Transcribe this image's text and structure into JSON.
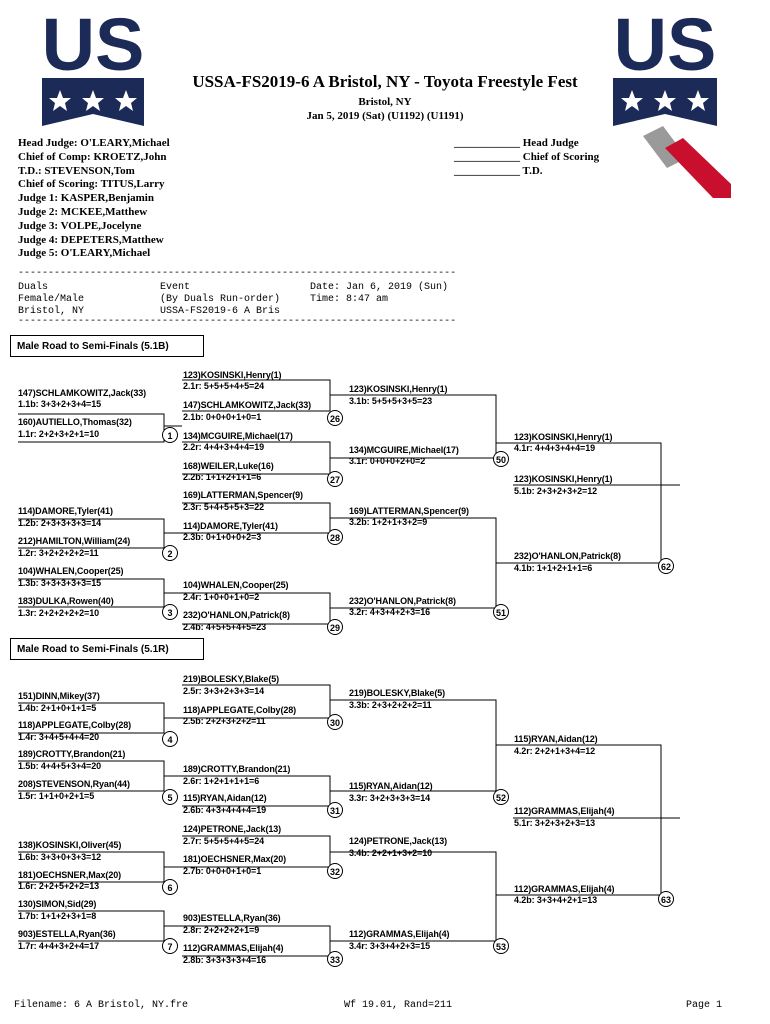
{
  "header": {
    "title": "USSA-FS2019-6 A Bristol, NY - Toyota Freestyle Fest",
    "location": "Bristol, NY",
    "date_line": "Jan 5, 2019 (Sat) (U1192) (U1191)",
    "logo_left_text": "US",
    "logo_right_text": "US",
    "brand_colors": {
      "navy": "#1b2a57",
      "red": "#c8102e",
      "grey": "#9a9a9a"
    }
  },
  "officials": [
    "Head Judge: O'LEARY,Michael",
    "Chief of Comp: KROETZ,John",
    "T.D.: STEVENSON,Tom",
    "Chief of Scoring: TITUS,Larry",
    "Judge 1: KASPER,Benjamin",
    "Judge 2: MCKEE,Matthew",
    "Judge 3: VOLPE,Jocelyne",
    "Judge 4: DEPETERS,Matthew",
    "Judge 5: O'LEARY,Michael"
  ],
  "signatures": [
    "____________ Head Judge",
    "____________ Chief of Scoring",
    "____________ T.D."
  ],
  "info_block": {
    "divider": "-------------------------------------------------------------------------",
    "col1": [
      "Duals",
      "Female/Male",
      "Bristol, NY"
    ],
    "col2": [
      "Event",
      "(By Duals Run-order)",
      "USSA-FS2019-6 A Bris"
    ],
    "col3": [
      "Date: Jan 6, 2019 (Sun)",
      "Time: 8:47 am",
      ""
    ]
  },
  "sections": [
    {
      "label": "Male Road to Semi-Finals (5.1B)"
    },
    {
      "label": "Male Road to Semi-Finals (5.1R)"
    }
  ],
  "bracket_5_1B": {
    "round1": [
      {
        "name": "147)SCHLAMKOWITZ,Jack(33)",
        "score": "1.1b: 3+3+2+3+4=15"
      },
      {
        "name": "160)AUTIELLO,Thomas(32)",
        "score": "1.1r: 2+2+3+2+1=10"
      },
      {
        "name": "114)DAMORE,Tyler(41)",
        "score": "1.2b: 2+3+3+3+3=14"
      },
      {
        "name": "212)HAMILTON,William(24)",
        "score": "1.2r: 3+2+2+2+2=11"
      },
      {
        "name": "104)WHALEN,Cooper(25)",
        "score": "1.3b: 3+3+3+3+3=15"
      },
      {
        "name": "183)DULKA,Rowen(40)",
        "score": "1.3r: 2+2+2+2+2=10"
      }
    ],
    "round2": [
      {
        "name": "123)KOSINSKI,Henry(1)",
        "score": "2.1r: 5+5+5+4+5=24"
      },
      {
        "name": "147)SCHLAMKOWITZ,Jack(33)",
        "score": "2.1b: 0+0+0+1+0=1"
      },
      {
        "name": "134)MCGUIRE,Michael(17)",
        "score": "2.2r: 4+4+3+4+4=19"
      },
      {
        "name": "168)WEILER,Luke(16)",
        "score": "2.2b: 1+1+2+1+1=6"
      },
      {
        "name": "169)LATTERMAN,Spencer(9)",
        "score": "2.3r: 5+4+5+5+3=22"
      },
      {
        "name": "114)DAMORE,Tyler(41)",
        "score": "2.3b: 0+1+0+0+2=3"
      },
      {
        "name": "104)WHALEN,Cooper(25)",
        "score": "2.4r: 1+0+0+1+0=2"
      },
      {
        "name": "232)O'HANLON,Patrick(8)",
        "score": "2.4b: 4+5+5+4+5=23"
      }
    ],
    "round3": [
      {
        "name": "123)KOSINSKI,Henry(1)",
        "score": "3.1b: 5+5+5+3+5=23"
      },
      {
        "name": "134)MCGUIRE,Michael(17)",
        "score": "3.1r: 0+0+0+2+0=2"
      },
      {
        "name": "169)LATTERMAN,Spencer(9)",
        "score": "3.2b: 1+2+1+3+2=9"
      },
      {
        "name": "232)O'HANLON,Patrick(8)",
        "score": "3.2r: 4+3+4+2+3=16"
      }
    ],
    "round4": [
      {
        "name": "123)KOSINSKI,Henry(1)",
        "score": "4.1r: 4+4+3+4+4=19"
      },
      {
        "name": "232)O'HANLON,Patrick(8)",
        "score": "4.1b: 1+1+2+1+1=6"
      }
    ],
    "round5": [
      {
        "name": "123)KOSINSKI,Henry(1)",
        "score": "5.1b: 2+3+2+3+2=12"
      }
    ],
    "heats": [
      "1",
      "2",
      "3",
      "26",
      "27",
      "28",
      "29",
      "50",
      "51",
      "62"
    ]
  },
  "bracket_5_1R": {
    "round1": [
      {
        "name": "151)DINN,Mikey(37)",
        "score": "1.4b: 2+1+0+1+1=5"
      },
      {
        "name": "118)APPLEGATE,Colby(28)",
        "score": "1.4r: 3+4+5+4+4=20"
      },
      {
        "name": "189)CROTTY,Brandon(21)",
        "score": "1.5b: 4+4+5+3+4=20"
      },
      {
        "name": "208)STEVENSON,Ryan(44)",
        "score": "1.5r: 1+1+0+2+1=5"
      },
      {
        "name": "138)KOSINSKI,Oliver(45)",
        "score": "1.6b: 3+3+0+3+3=12"
      },
      {
        "name": "181)OECHSNER,Max(20)",
        "score": "1.6r: 2+2+5+2+2=13"
      },
      {
        "name": "130)SIMON,Sid(29)",
        "score": "1.7b: 1+1+2+3+1=8"
      },
      {
        "name": "903)ESTELLA,Ryan(36)",
        "score": "1.7r: 4+4+3+2+4=17"
      }
    ],
    "round2": [
      {
        "name": "219)BOLESKY,Blake(5)",
        "score": "2.5r: 3+3+2+3+3=14"
      },
      {
        "name": "118)APPLEGATE,Colby(28)",
        "score": "2.5b: 2+2+3+2+2=11"
      },
      {
        "name": "189)CROTTY,Brandon(21)",
        "score": "2.6r: 1+2+1+1+1=6"
      },
      {
        "name": "115)RYAN,Aidan(12)",
        "score": "2.6b: 4+3+4+4+4=19"
      },
      {
        "name": "124)PETRONE,Jack(13)",
        "score": "2.7r: 5+5+5+4+5=24"
      },
      {
        "name": "181)OECHSNER,Max(20)",
        "score": "2.7b: 0+0+0+1+0=1"
      },
      {
        "name": "903)ESTELLA,Ryan(36)",
        "score": "2.8r: 2+2+2+2+1=9"
      },
      {
        "name": "112)GRAMMAS,Elijah(4)",
        "score": "2.8b: 3+3+3+3+4=16"
      }
    ],
    "round3": [
      {
        "name": "219)BOLESKY,Blake(5)",
        "score": "3.3b: 2+3+2+2+2=11"
      },
      {
        "name": "115)RYAN,Aidan(12)",
        "score": "3.3r: 3+2+3+3+3=14"
      },
      {
        "name": "124)PETRONE,Jack(13)",
        "score": "3.4b: 2+2+1+3+2=10"
      },
      {
        "name": "112)GRAMMAS,Elijah(4)",
        "score": "3.4r: 3+3+4+2+3=15"
      }
    ],
    "round4": [
      {
        "name": "115)RYAN,Aidan(12)",
        "score": "4.2r: 2+2+1+3+4=12"
      },
      {
        "name": "112)GRAMMAS,Elijah(4)",
        "score": "4.2b: 3+3+4+2+1=13"
      }
    ],
    "round5": [
      {
        "name": "112)GRAMMAS,Elijah(4)",
        "score": "5.1r: 3+2+3+2+3=13"
      }
    ],
    "heats": [
      "4",
      "5",
      "6",
      "7",
      "30",
      "31",
      "32",
      "33",
      "52",
      "53",
      "63"
    ]
  },
  "footer": {
    "filename": "Filename: 6 A Bristol, NY.fre",
    "version": "Wf 19.01, Rand=211",
    "page": "Page 1"
  }
}
